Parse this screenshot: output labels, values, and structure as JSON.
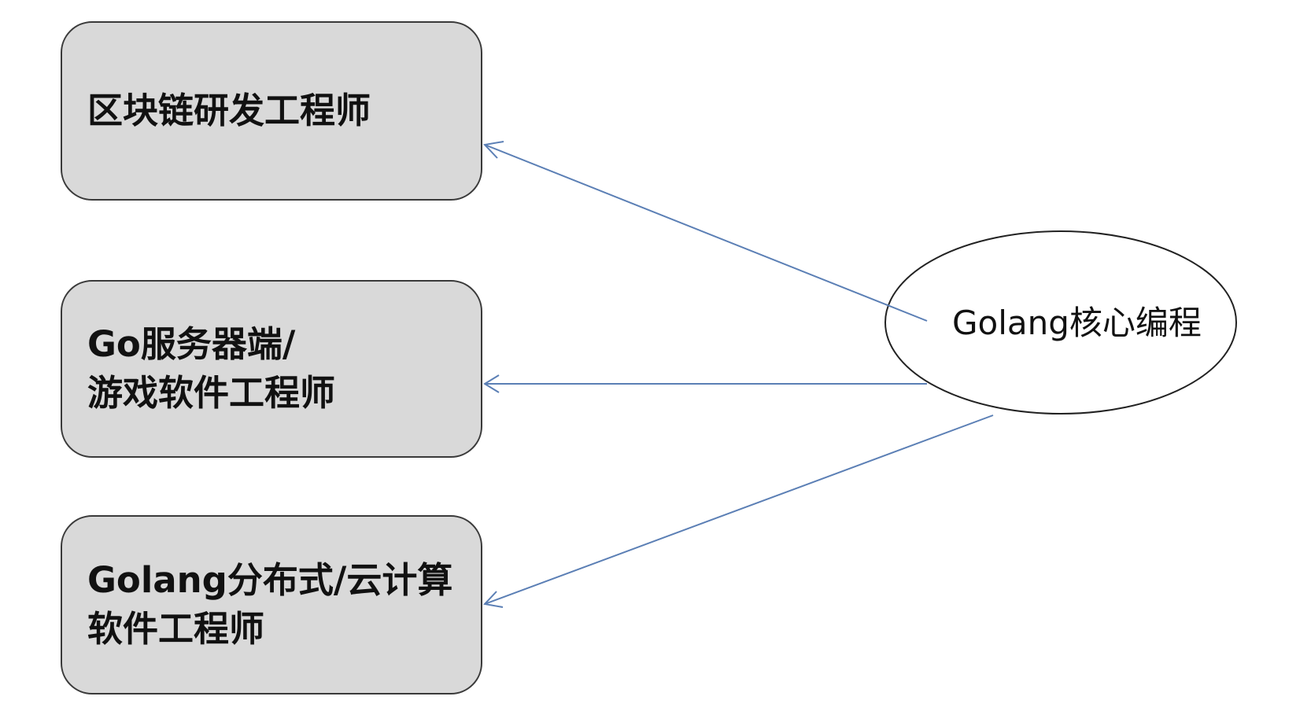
{
  "nodes": {
    "core": {
      "label": "Golang核心编程"
    },
    "blockchain": {
      "label": "区块链研发工程师"
    },
    "server": {
      "line1": "Go服务器端/",
      "line2": "游戏软件工程师"
    },
    "cloud": {
      "line1": "Golang分布式/云计算",
      "line2": "软件工程师"
    }
  },
  "colors": {
    "box_fill": "#d9d9d9",
    "box_border": "#3a3a3a",
    "arrow": "#5b7fb5",
    "ellipse_border": "#222222"
  }
}
